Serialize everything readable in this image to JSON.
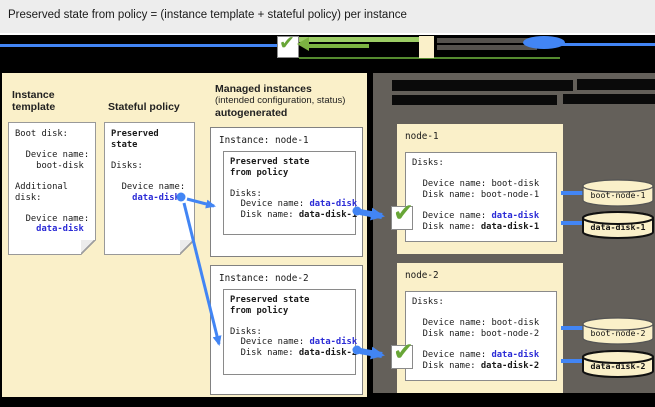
{
  "title": "Preserved state from policy = (instance template + stateful policy) per instance",
  "colors": {
    "accent_blue": "#4285F4",
    "text_blue": "#2B2BD6",
    "check_green": "#68A637",
    "cream": "#FAF0C9",
    "panel_gray": "#64605A",
    "titlebar_gray": "#EDEDED"
  },
  "icons": {
    "check": "✔"
  },
  "left_panel": {
    "instance_template": {
      "heading_line1": "Instance",
      "heading_line2": "template",
      "boot_disk": "Boot disk:",
      "device_name_1": "  Device name:",
      "boot_disk_value": "    boot-disk",
      "additional_1": "Additional",
      "additional_2": "disk:",
      "device_name_2": "  Device name:",
      "data_disk_value": "    data-disk"
    },
    "stateful_policy": {
      "heading": "Stateful policy",
      "preserved_1": "Preserved",
      "preserved_2": "state",
      "disks": "Disks:",
      "device_name": "  Device name:",
      "data_disk_value": "    data-disk"
    },
    "managed_instances": {
      "heading_line1": "Managed instances",
      "heading_line2": "(intended configuration, status)",
      "heading_line3": "autogenerated",
      "node1": {
        "title": "Instance: node-1",
        "inner_heading_1": "Preserved state",
        "inner_heading_2": "from policy",
        "disks": "Disks:",
        "device_prefix": "  Device name: ",
        "device_value": "data-disk",
        "disk_prefix": "  Disk name: ",
        "disk_value": "data-disk-1"
      },
      "node2": {
        "title": "Instance: node-2",
        "inner_heading_1": "Preserved state",
        "inner_heading_2": "from policy",
        "disks": "Disks:",
        "device_prefix": "  Device name: ",
        "device_value": "data-disk",
        "disk_prefix": "  Disk name: ",
        "disk_value": "data-disk-2"
      }
    }
  },
  "right_panel": {
    "node1": {
      "title": "node-1",
      "disks": "Disks:",
      "boot_device_prefix": "  Device name: ",
      "boot_device_value": "boot-disk",
      "boot_disk_prefix": "  Disk name: ",
      "boot_disk_value": "boot-node-1",
      "data_device_prefix": "  Device name: ",
      "data_device_value": "data-disk",
      "data_disk_prefix": "  Disk name: ",
      "data_disk_value": "data-disk-1",
      "cylinder_boot": "boot-node-1",
      "cylinder_data": "data-disk-1"
    },
    "node2": {
      "title": "node-2",
      "disks": "Disks:",
      "boot_device_prefix": "  Device name: ",
      "boot_device_value": "boot-disk",
      "boot_disk_prefix": "  Disk name: ",
      "boot_disk_value": "boot-node-2",
      "data_device_prefix": "  Device name: ",
      "data_device_value": "data-disk",
      "data_disk_prefix": "  Disk name: ",
      "data_disk_value": "data-disk-2",
      "cylinder_boot": "boot-node-2",
      "cylinder_data": "data-disk-2"
    }
  }
}
